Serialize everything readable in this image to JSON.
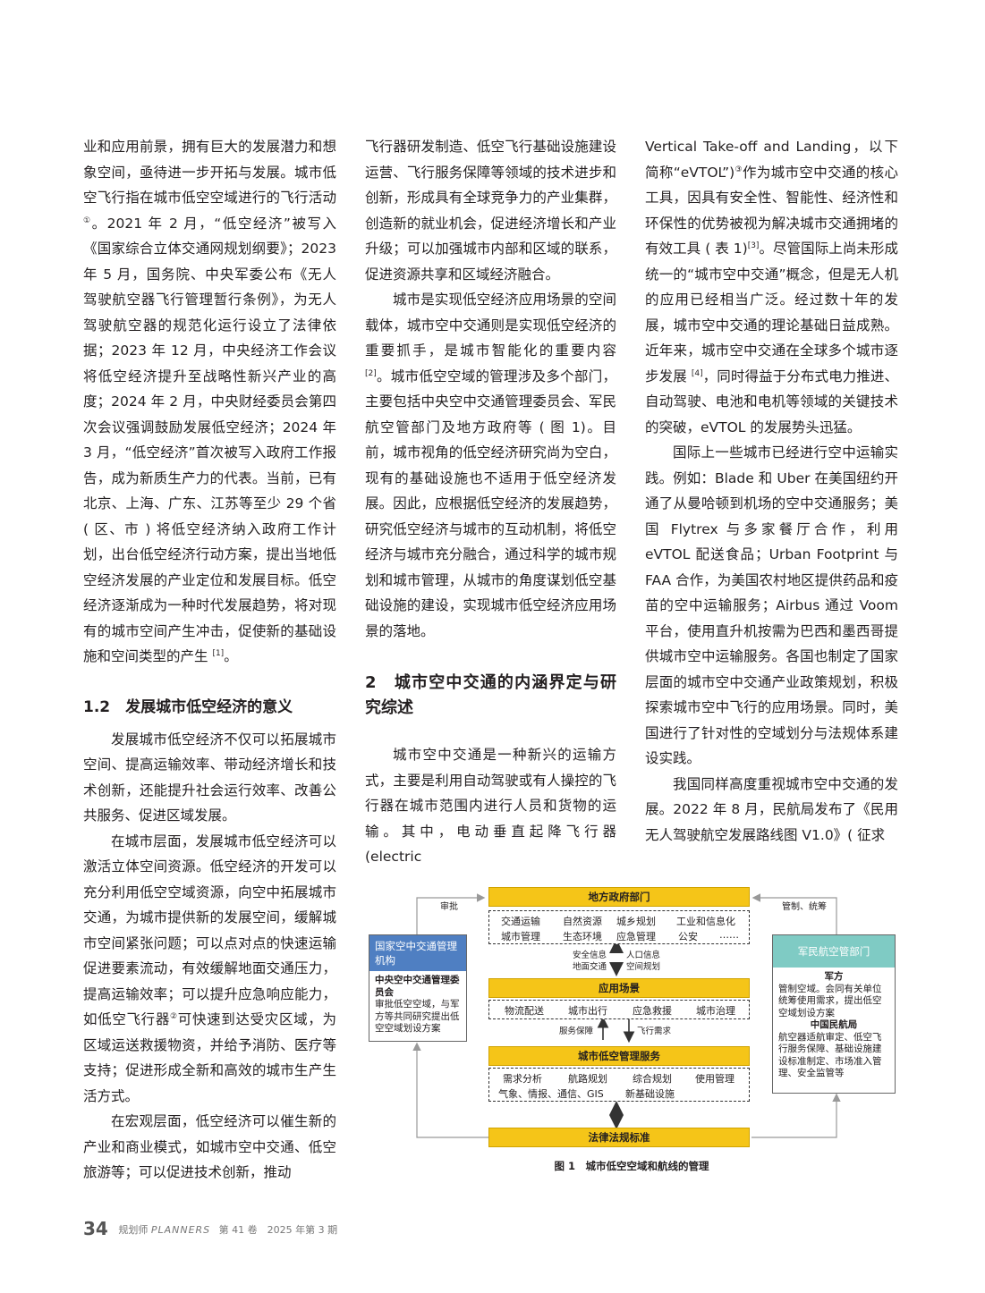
{
  "col1": {
    "p1": "业和应用前景，拥有巨大的发展潜力和想象空间，亟待进一步开拓与发展。城市低空飞行指在城市低空空域进行的飞行活动",
    "p1_sup": "①",
    "p1b": "。2021 年 2 月，“低空经济”被写入《国家综合立体交通网规划纲要》；2023 年 5 月，国务院、中央军委公布《无人驾驶航空器飞行管理暂行条例》，为无人驾驶航空器的规范化运行设立了法律依据；2023 年 12 月，中央经济工作会议将低空经济提升至战略性新兴产业的高度；2024 年 2 月，中央财经委员会第四次会议强调鼓励发展低空经济；2024 年 3 月，“低空经济”首次被写入政府工作报告，成为新质生产力的代表。当前，已有北京、上海、广东、江苏等至少 29 个省 ( 区、市 ) 将低空经济纳入政府工作计划，出台低空经济行动方案，提出当地低空经济发展的产业定位和发展目标。低空经济逐渐成为一种时代发展趋势，将对现有的城市空间产生冲击，促使新的基础设施和空间类型的产生 ",
    "p1_ref": "[1]",
    "p1c": "。",
    "heading": "1.2　发展城市低空经济的意义",
    "p2": "发展城市低空经济不仅可以拓展城市空间、提高运输效率、带动经济增长和技术创新，还能提升社会运行效率、改善公共服务、促进区域发展。",
    "p3a": "在城市层面，发展城市低空经济可以激活立体空间资源。低空经济的开发可以充分利用低空空域资源，向空中拓展城市交通，为城市提供新的发展空间，缓解城市空间紧张问题；可以点对点的快速运输促进要素流动，有效缓解地面交通压力，提高运输效率；可以提升应急响应能力，如低空飞行器",
    "p3_sup": "②",
    "p3b": "可快速到达受灾区域，为区域运送救援物资，并给予消防、医疗等支持；促进形成全新和高效的城市生产生活方式。",
    "p4": "在宏观层面，低空经济可以催生新的产业和商业模式，如城市空中交通、低空旅游等；可以促进技术创新，推动"
  },
  "col2": {
    "p1": "飞行器研发制造、低空飞行基础设施建设运营、飞行服务保障等领域的技术进步和创新，形成具有全球竞争力的产业集群，创造新的就业机会，促进经济增长和产业升级；可以加强城市内部和区域的联系，促进资源共享和区域经济融合。",
    "p2a": "城市是实现低空经济应用场景的空间载体，城市空中交通则是实现低空经济的重要抓手，是城市智能化的重要内容 ",
    "p2_ref": "[2]",
    "p2b": "。城市低空空域的管理涉及多个部门，主要包括中央空中交通管理委员会、军民航空管部门及地方政府等 ( 图 1)。目前，城市视角的低空经济研究尚为空白，现有的基础设施也不适用于低空经济发展。因此，应根据低空经济的发展趋势，研究低空经济与城市的互动机制，将低空经济与城市充分融合，通过科学的城市规划和城市管理，从城市的角度谋划低空基础设施的建设，实现城市低空经济应用场景的落地。",
    "heading": "2　城市空中交通的内涵界定与研究综述",
    "p3": "城市空中交通是一种新兴的运输方式，主要是利用自动驾驶或有人操控的飞行器在城市范围内进行人员和货物的运输。其中，电动垂直起降飞行器 (electric"
  },
  "col3": {
    "p1a": "Vertical Take-off and Landing，以下简称“eVTOL”)",
    "p1_sup": "③",
    "p1b": "作为城市空中交通的核心工具，因具有安全性、智能性、经济性和环保性的优势被视为解决城市交通拥堵的有效工具 ( 表 1)",
    "p1_ref": "[3]",
    "p1c": "。尽管国际上尚未形成统一的“城市空中交通”概念，但是无人机的应用已经相当广泛。经过数十年的发展，城市空中交通的理论基础日益成熟。近年来，城市空中交通在全球多个城市逐步发展 ",
    "p1_ref2": "[4]",
    "p1d": "，同时得益于分布式电力推进、自动驾驶、电池和电机等领域的关键技术的突破，eVTOL 的发展势头迅猛。",
    "p2": "国际上一些城市已经进行空中运输实践。例如：Blade 和 Uber 在美国纽约开通了从曼哈顿到机场的空中交通服务；美国 Flytrex 与多家餐厅合作，利用 eVTOL 配送食品；Urban Footprint 与 FAA 合作，为美国农村地区提供药品和疫苗的空中运输服务；Airbus 通过 Voom 平台，使用直升机按需为巴西和墨西哥提供城市空中运输服务。各国也制定了国家层面的城市空中交通产业政策规划，积极探索城市空中飞行的应用场景。同时，美国进行了针对性的空域划分与法规体系建设实践。",
    "p3": "我国同样高度重视城市空中交通的发展。2022 年 8 月，民航局发布了《民用无人驾驶航空发展路线图 V1.0》( 征求"
  },
  "figure": {
    "local_gov": "地方政府部门",
    "gov_items": [
      "交通运输",
      "自然资源",
      "城乡规划",
      "工业和信息化",
      "城市管理",
      "生态环境",
      "应急管理",
      "公安",
      "……"
    ],
    "approve": "审批",
    "control": "管制、统筹",
    "national_title": "国家空中交通管理机构",
    "national_sub": "中央空中交通管理委员会",
    "national_desc": "审批低空空域，与军方等共同研究提出低空空域划设方案",
    "military_title": "军民航空管部门",
    "military_a": "军方",
    "military_a_desc": "管制空域。会同有关单位统筹使用需求，提出低空空域划设方案",
    "military_b": "中国民航局",
    "military_b_desc": "航空器适航审定、低空飞行服务保障、基础设施建设标准制定、市场准入管理、安全监管等",
    "arrow_left_label": "安全信息\n地面交通",
    "arrow_right_label": "人口信息\n空间规划",
    "app_title": "应用场景",
    "app_items": [
      "物流配送",
      "城市出行",
      "应急救援",
      "城市治理"
    ],
    "service_label": "服务保障",
    "demand_label": "飞行需求",
    "service_title": "城市低空管理服务",
    "service_items": [
      "需求分析",
      "航路规划",
      "综合规划",
      "使用管理",
      "气象、情报、通信、GIS",
      "新基础设施"
    ],
    "law_title": "法律法规标准",
    "caption": "图 1　城市低空空域和航线的管理"
  },
  "footer": {
    "page": "34",
    "brand_cn": "规划师",
    "brand_en": "PLANNERS",
    "issue": "第 41 卷　2025 年第 3 期"
  }
}
